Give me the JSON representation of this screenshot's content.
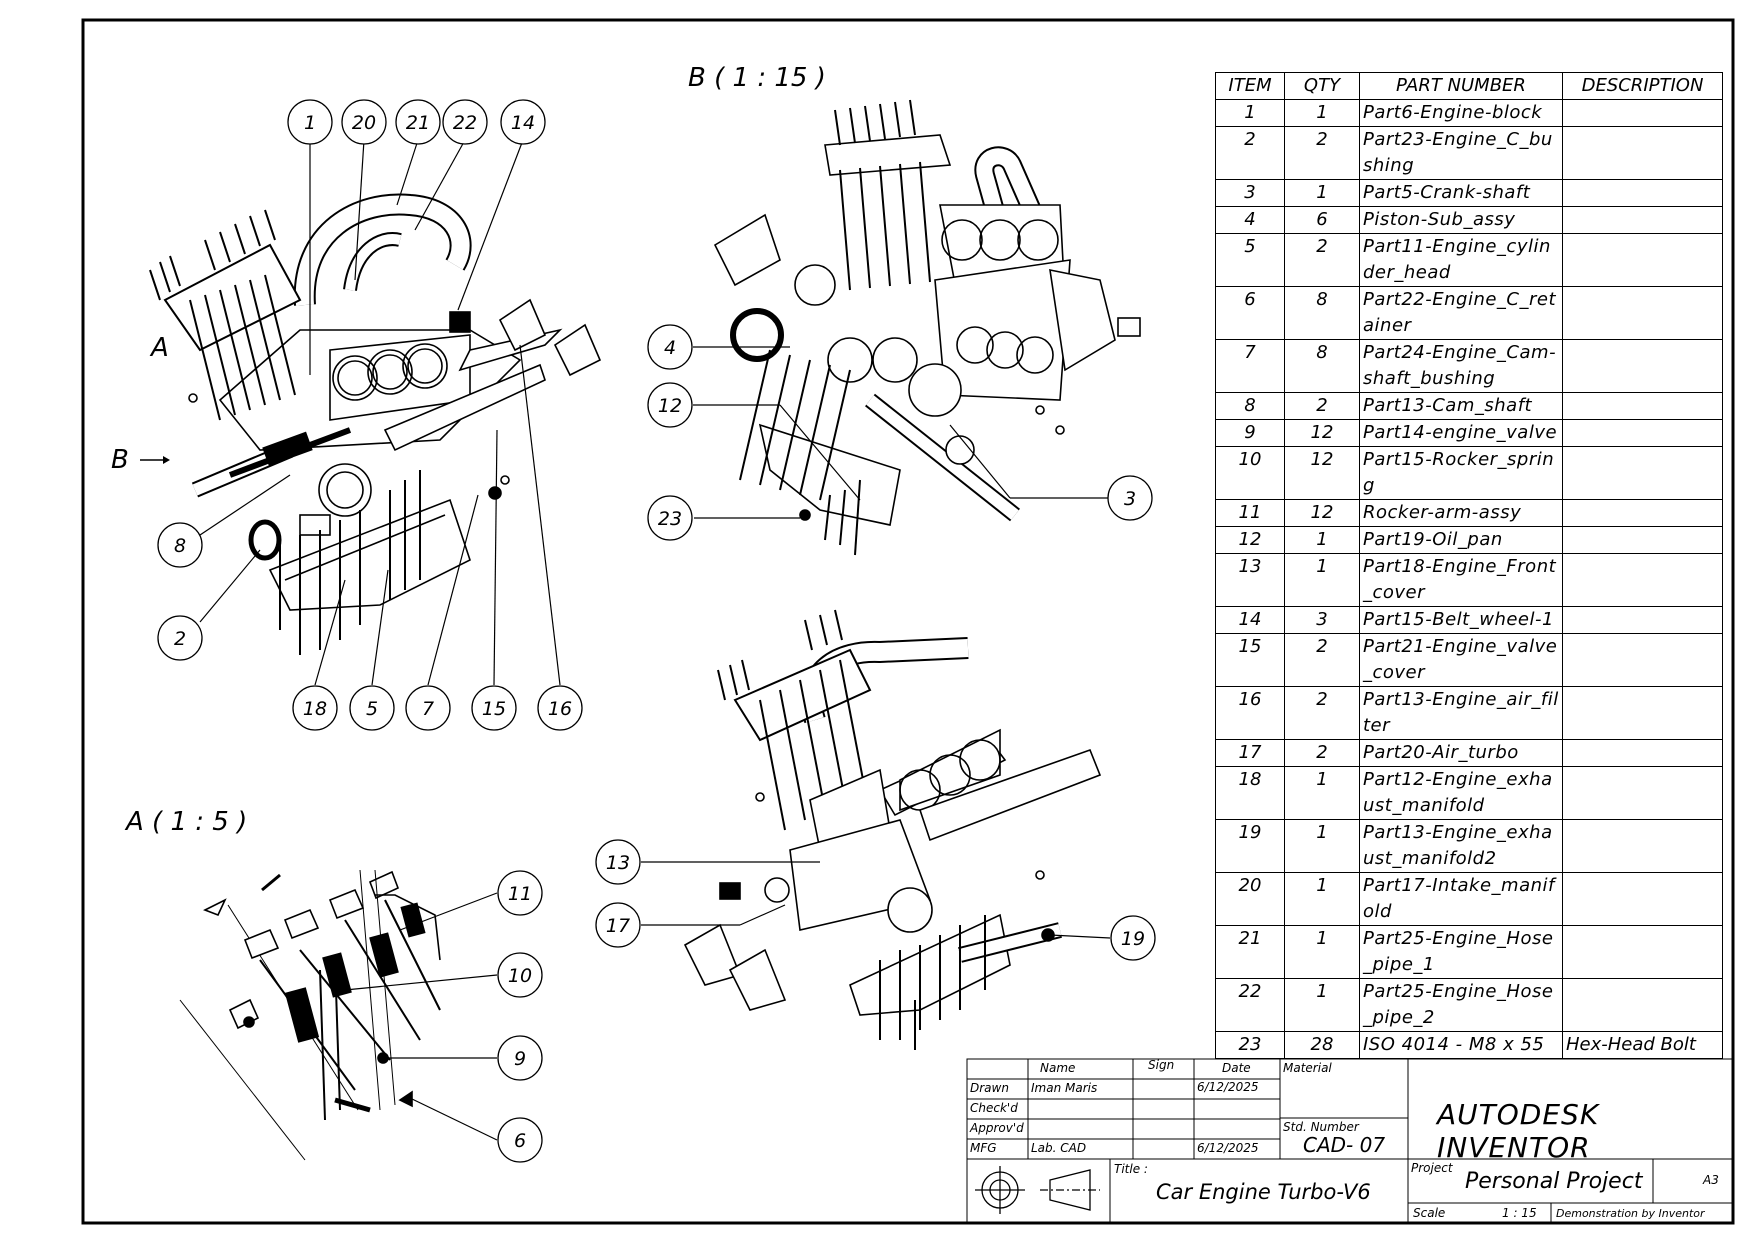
{
  "views": {
    "view_b_label": "B ( 1 : 15 )",
    "view_a_label": "A ( 1 : 5 )",
    "section_a_marker": "A",
    "section_b_marker": "B"
  },
  "balloons_main": [
    "1",
    "20",
    "21",
    "22",
    "14",
    "8",
    "2",
    "18",
    "5",
    "7",
    "15",
    "16"
  ],
  "balloons_view_b": [
    "4",
    "12",
    "23",
    "3"
  ],
  "balloons_view_a": [
    "11",
    "10",
    "9",
    "6"
  ],
  "balloons_iso": [
    "13",
    "17",
    "19"
  ],
  "bom": {
    "headers": [
      "ITEM",
      "QTY",
      "PART NUMBER",
      "DESCRIPTION"
    ],
    "rows": [
      {
        "item": "1",
        "qty": "1",
        "part": "Part6-Engine-block",
        "desc": ""
      },
      {
        "item": "2",
        "qty": "2",
        "part": "Part23-Engine_C_bushing",
        "desc": ""
      },
      {
        "item": "3",
        "qty": "1",
        "part": "Part5-Crank-shaft",
        "desc": ""
      },
      {
        "item": "4",
        "qty": "6",
        "part": "Piston-Sub_assy",
        "desc": ""
      },
      {
        "item": "5",
        "qty": "2",
        "part": "Part11-Engine_cylinder_head",
        "desc": ""
      },
      {
        "item": "6",
        "qty": "8",
        "part": "Part22-Engine_C_retainer",
        "desc": ""
      },
      {
        "item": "7",
        "qty": "8",
        "part": "Part24-Engine_Cam-shaft_bushing",
        "desc": ""
      },
      {
        "item": "8",
        "qty": "2",
        "part": "Part13-Cam_shaft",
        "desc": ""
      },
      {
        "item": "9",
        "qty": "12",
        "part": "Part14-engine_valve",
        "desc": ""
      },
      {
        "item": "10",
        "qty": "12",
        "part": "Part15-Rocker_spring",
        "desc": ""
      },
      {
        "item": "11",
        "qty": "12",
        "part": "Rocker-arm-assy",
        "desc": ""
      },
      {
        "item": "12",
        "qty": "1",
        "part": "Part19-Oil_pan",
        "desc": ""
      },
      {
        "item": "13",
        "qty": "1",
        "part": "Part18-Engine_Front_cover",
        "desc": ""
      },
      {
        "item": "14",
        "qty": "3",
        "part": "Part15-Belt_wheel-1",
        "desc": ""
      },
      {
        "item": "15",
        "qty": "2",
        "part": "Part21-Engine_valve_cover",
        "desc": ""
      },
      {
        "item": "16",
        "qty": "2",
        "part": "Part13-Engine_air_filter",
        "desc": ""
      },
      {
        "item": "17",
        "qty": "2",
        "part": "Part20-Air_turbo",
        "desc": ""
      },
      {
        "item": "18",
        "qty": "1",
        "part": "Part12-Engine_exhaust_manifold",
        "desc": ""
      },
      {
        "item": "19",
        "qty": "1",
        "part": "Part13-Engine_exhaust_manifold2",
        "desc": ""
      },
      {
        "item": "20",
        "qty": "1",
        "part": "Part17-Intake_manifold",
        "desc": ""
      },
      {
        "item": "21",
        "qty": "1",
        "part": "Part25-Engine_Hose_pipe_1",
        "desc": ""
      },
      {
        "item": "22",
        "qty": "1",
        "part": "Part25-Engine_Hose_pipe_2",
        "desc": ""
      },
      {
        "item": "23",
        "qty": "28",
        "part": "ISO 4014 - M8 x 55",
        "desc": "Hex-Head Bolt"
      }
    ]
  },
  "title_block": {
    "col_name": "Name",
    "col_sign": "Sign",
    "col_date": "Date",
    "material_label": "Material",
    "drawn_label": "Drawn",
    "checkd_label": "Check'd",
    "approvd_label": "Approv'd",
    "mfg_label": "MFG",
    "drawn_name": "Iman Maris",
    "drawn_date": "6/12/2025",
    "mfg_name": "Lab. CAD",
    "mfg_date": "6/12/2025",
    "std_number_label": "Std. Number",
    "std_number": "CAD- 07",
    "company": "AUTODESK INVENTOR",
    "title_label": "Title :",
    "title": "Car Engine Turbo-V6",
    "project_label": "Project",
    "project": "Personal Project",
    "sheet_size": "A3",
    "scale_label": "Scale",
    "scale": "1 : 15",
    "note": "Demonstration by Inventor"
  }
}
